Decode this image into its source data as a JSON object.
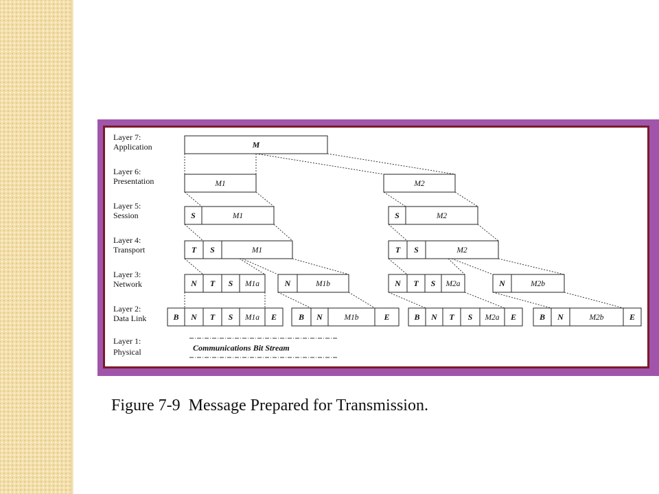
{
  "caption": "Figure 7-9  Message Prepared for Transmission.",
  "colors": {
    "frame": "#a055aa",
    "panel_border": "#7a1a2a",
    "sidebar": "#f3dfaa"
  },
  "layers": [
    {
      "name": "Layer 7:",
      "desc": "Application"
    },
    {
      "name": "Layer 6:",
      "desc": "Presentation"
    },
    {
      "name": "Layer 5:",
      "desc": "Session"
    },
    {
      "name": "Layer 4:",
      "desc": "Transport"
    },
    {
      "name": "Layer 3:",
      "desc": "Network"
    },
    {
      "name": "Layer 2:",
      "desc": "Data Link"
    },
    {
      "name": "Layer 1:",
      "desc": "Physical"
    }
  ],
  "rows": {
    "l7": [
      [
        "M"
      ]
    ],
    "l6": [
      [
        "M1"
      ],
      [
        "M2"
      ]
    ],
    "l5": [
      [
        "S",
        "M1"
      ],
      [
        "S",
        "M2"
      ]
    ],
    "l4": [
      [
        "T",
        "S",
        "M1"
      ],
      [
        "T",
        "S",
        "M2"
      ]
    ],
    "l3": [
      [
        "N",
        "T",
        "S",
        "M1a"
      ],
      [
        "N",
        "M1b"
      ],
      [
        "N",
        "T",
        "S",
        "M2a"
      ],
      [
        "N",
        "M2b"
      ]
    ],
    "l2": [
      [
        "B",
        "N",
        "T",
        "S",
        "M1a",
        "E"
      ],
      [
        "B",
        "N",
        "M1b",
        "E"
      ],
      [
        "B",
        "N",
        "T",
        "S",
        "M2a",
        "E"
      ],
      [
        "B",
        "N",
        "M2b",
        "E"
      ]
    ]
  },
  "bold_segments": [
    "M",
    "S",
    "T",
    "N",
    "B",
    "E"
  ],
  "bitstream_label": "Communications Bit Stream"
}
